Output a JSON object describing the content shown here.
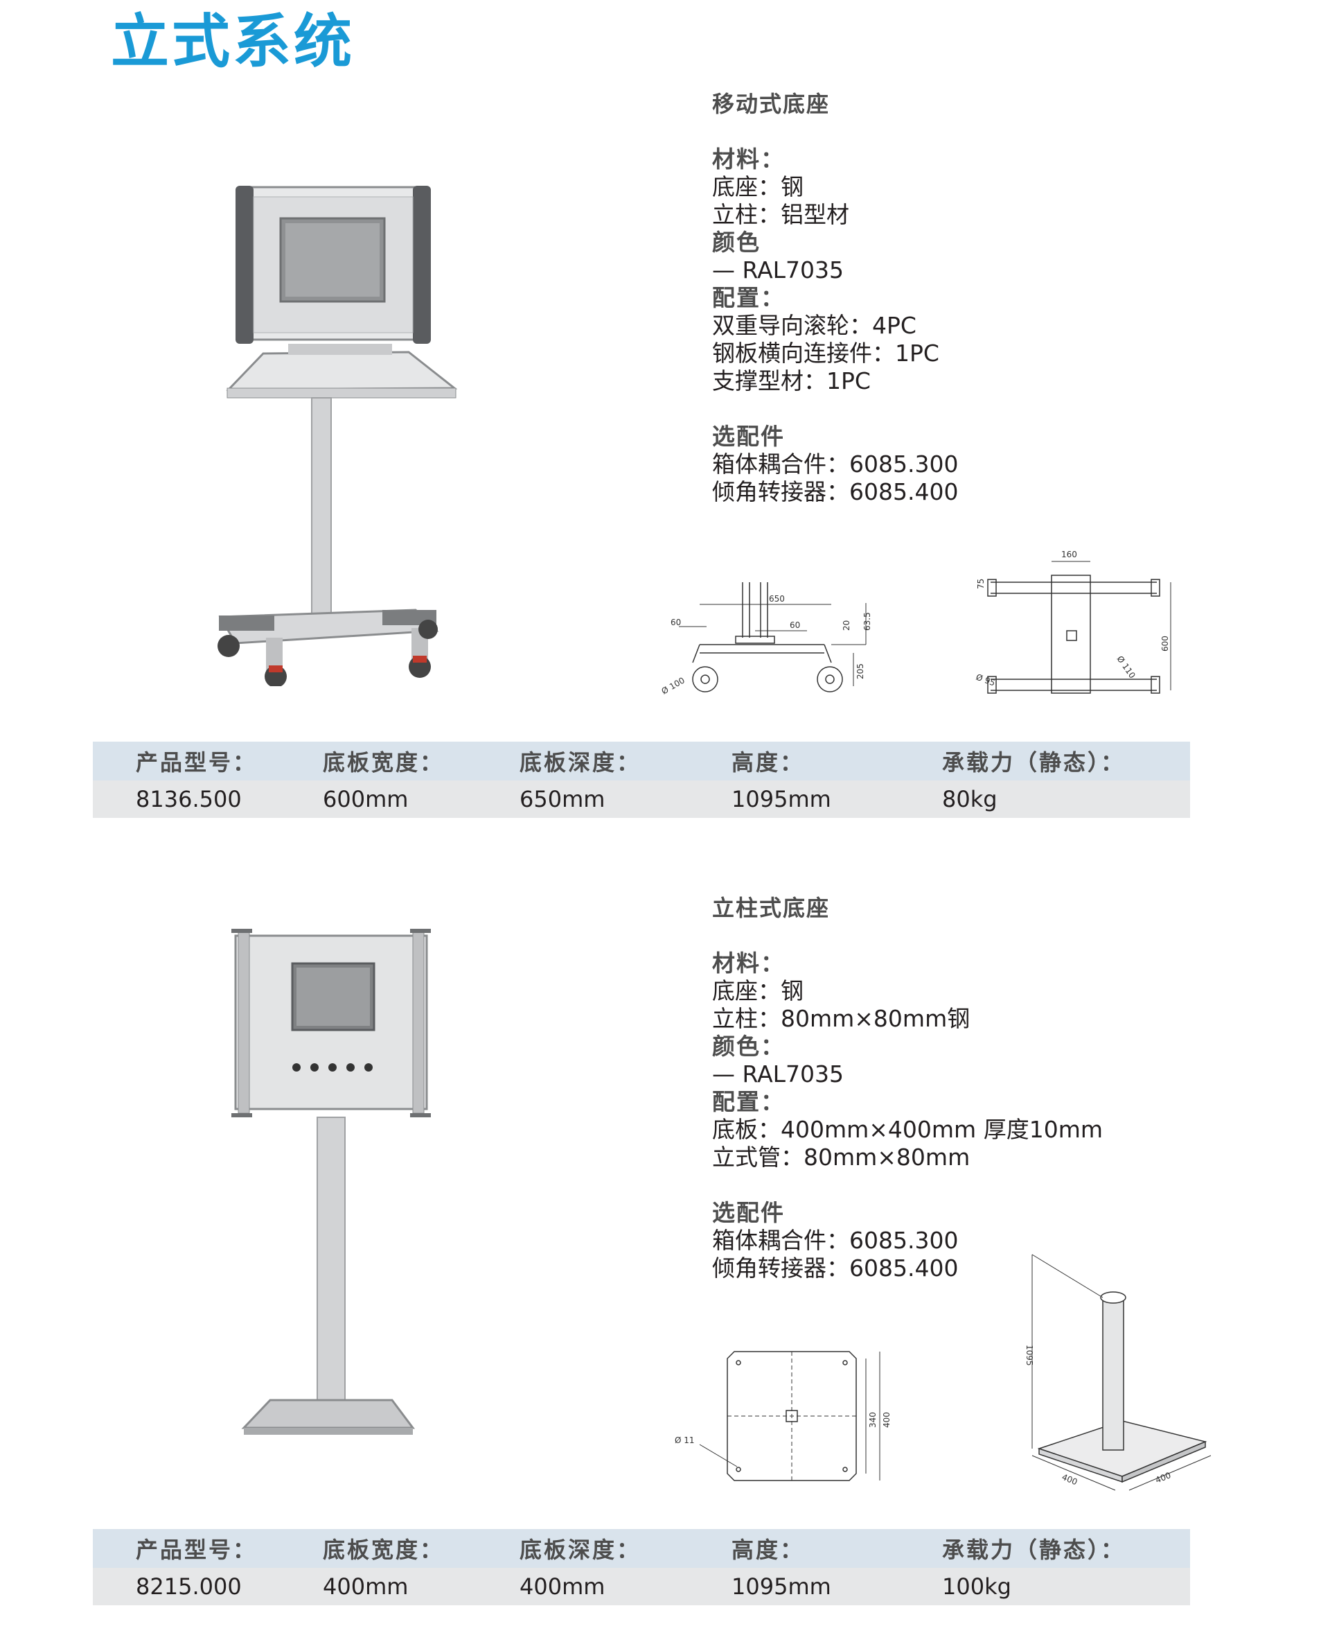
{
  "page": {
    "title": "立式系统"
  },
  "products": [
    {
      "title": "移动式底座",
      "material_head": "材料：",
      "material": [
        "底座：钢",
        "立柱：铝型材"
      ],
      "color_head": "颜色",
      "color": "— RAL7035",
      "config_head": "配置：",
      "config": [
        "双重导向滚轮：4PC",
        "钢板横向连接件：1PC",
        "支撑型材：1PC"
      ],
      "options_head": "选配件",
      "options": [
        "箱体耦合件：6085.300",
        "倾角转接器：6085.400"
      ],
      "drawing_labels": {
        "side": [
          "650",
          "60",
          "60",
          "20",
          "63.5",
          "205",
          "Ø 100"
        ],
        "top": [
          "160",
          "75",
          "600",
          "Ø 110",
          "Ø 95"
        ]
      },
      "table": {
        "headers": [
          "产品型号：",
          "底板宽度：",
          "底板深度：",
          "高度：",
          "承载力（静态）："
        ],
        "values": [
          "8136.500",
          "600mm",
          "650mm",
          "1095mm",
          "80kg"
        ]
      }
    },
    {
      "title": "立柱式底座",
      "material_head": "材料：",
      "material": [
        "底座：钢",
        "立柱：80mm×80mm钢"
      ],
      "color_head": "颜色：",
      "color": "— RAL7035",
      "config_head": "配置：",
      "config": [
        "底板：400mm×400mm 厚度10mm",
        "立式管：80mm×80mm"
      ],
      "options_head": "选配件",
      "options": [
        "箱体耦合件：6085.300",
        "倾角转接器：6085.400"
      ],
      "drawing_labels": {
        "plate": [
          "340",
          "400",
          "Ø 11"
        ],
        "iso": [
          "1095",
          "400",
          "400"
        ]
      },
      "table": {
        "headers": [
          "产品型号：",
          "底板宽度：",
          "底板深度：",
          "高度：",
          "承载力（静态）："
        ],
        "values": [
          "8215.000",
          "400mm",
          "400mm",
          "1095mm",
          "100kg"
        ]
      }
    }
  ],
  "colors": {
    "title": "#1a9ad6",
    "table_header": "#d9e3ec",
    "table_row": "#e6e7e8"
  }
}
